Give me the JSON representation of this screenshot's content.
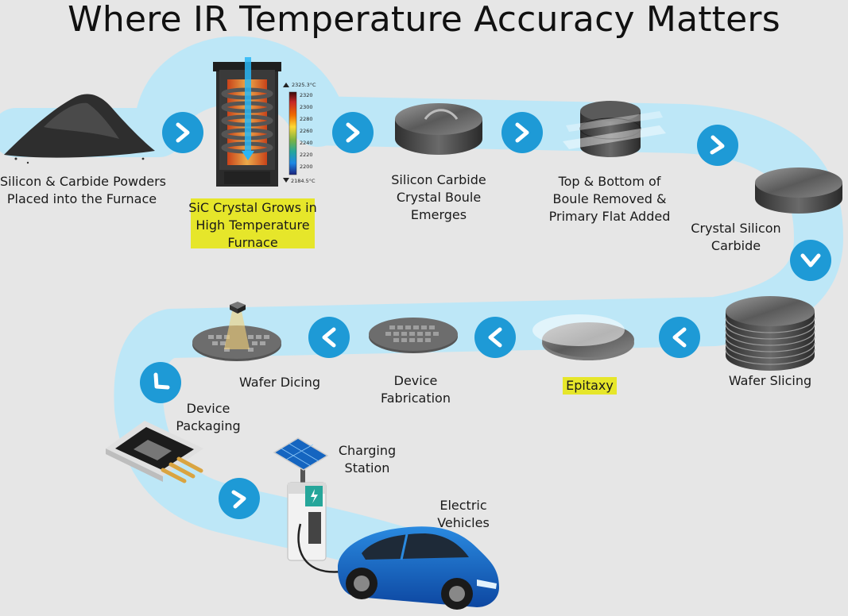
{
  "title": "Where IR Temperature Accuracy Matters",
  "steps": [
    {
      "lines": [
        "Silicon & Carbide Powders",
        "Placed into the Furnace"
      ],
      "highlight": false
    },
    {
      "lines": [
        "SiC Crystal Grows in",
        "High Temperature",
        "Furnace"
      ],
      "highlight": true
    },
    {
      "lines": [
        "Silicon Carbide",
        "Crystal Boule",
        "Emerges"
      ],
      "highlight": false
    },
    {
      "lines": [
        "Top & Bottom of",
        "Boule Removed &",
        "Primary Flat Added"
      ],
      "highlight": false
    },
    {
      "lines": [
        "Crystal Silicon",
        "Carbide"
      ],
      "highlight": false
    },
    {
      "lines": [
        "Wafer Slicing"
      ],
      "highlight": false
    },
    {
      "lines": [
        "Epitaxy"
      ],
      "highlight": true
    },
    {
      "lines": [
        "Device",
        "Fabrication"
      ],
      "highlight": false
    },
    {
      "lines": [
        "Wafer Dicing"
      ],
      "highlight": false
    },
    {
      "lines": [
        "Device",
        "Packaging"
      ],
      "highlight": false
    },
    {
      "lines": [
        "Charging",
        "Station"
      ],
      "highlight": false
    },
    {
      "lines": [
        "Electric",
        "Vehicles"
      ],
      "highlight": false
    }
  ],
  "thermal_scale": {
    "max_label": "2325.3°C",
    "min_label": "2184.5°C",
    "ticks": [
      "2320",
      "2300",
      "2280",
      "2260",
      "2240",
      "2220",
      "2200"
    ]
  },
  "colors": {
    "background": "#e6e6e6",
    "path": "#bde7f7",
    "arrow_circle": "#1e9ad6",
    "highlight": "#e6e62a",
    "car": "#1565c0"
  },
  "icons": [
    "chevron-right-icon",
    "chevron-down-icon",
    "chevron-left-icon"
  ]
}
